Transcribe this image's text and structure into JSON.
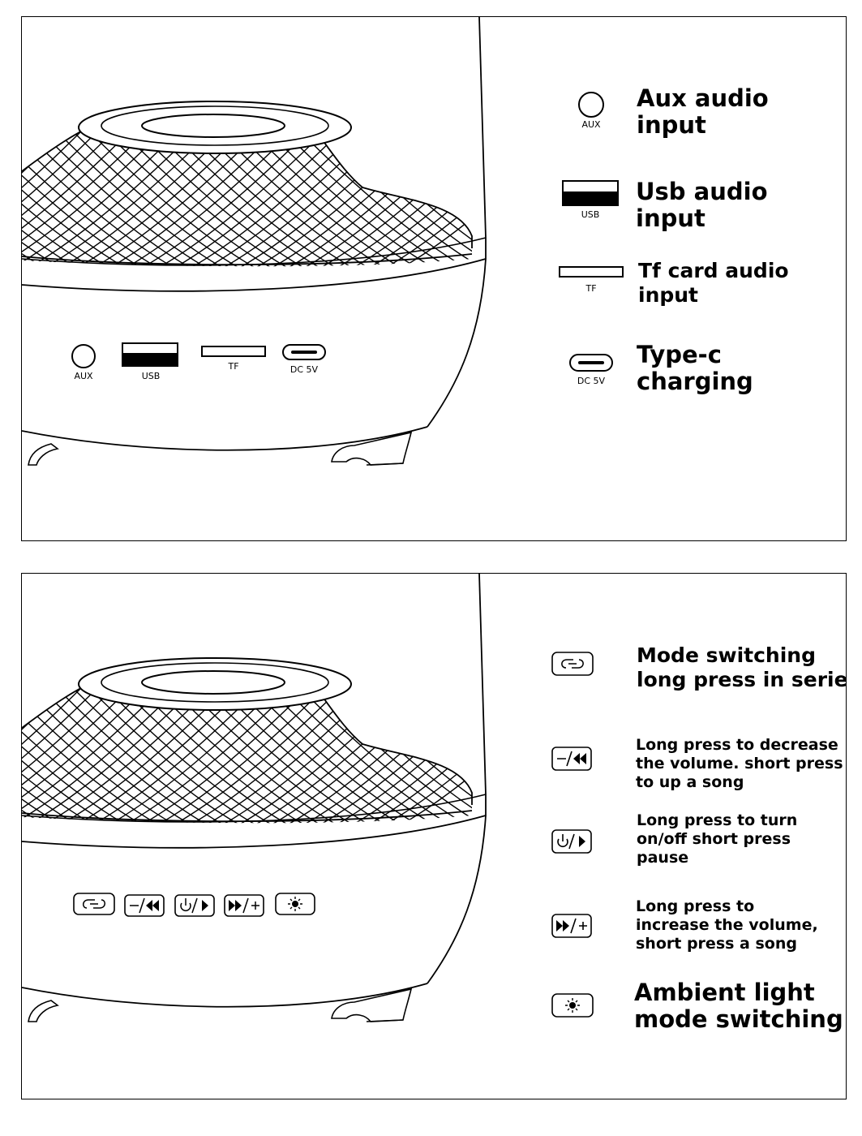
{
  "ports_panel": {
    "device_labels": {
      "aux": "AUX",
      "usb": "USB",
      "tf": "TF",
      "dc": "DC 5V"
    },
    "legend": [
      {
        "icon": "aux-jack-icon",
        "label": "AUX",
        "text": "Aux audio\ninput"
      },
      {
        "icon": "usb-port-icon",
        "label": "USB",
        "text": "Usb audio\ninput"
      },
      {
        "icon": "tf-slot-icon",
        "label": "TF",
        "text": "Tf card audio\ninput"
      },
      {
        "icon": "usb-c-port-icon",
        "label": "DC 5V",
        "text": "Type-c\ncharging"
      }
    ]
  },
  "buttons_panel": {
    "legend": [
      {
        "icon": "mode-link-icon",
        "text": "Mode switching\nlong press in series"
      },
      {
        "icon": "volume-down-previous-icon",
        "text": "Long press to decrease\nthe volume. short press\nto up a song"
      },
      {
        "icon": "power-play-icon",
        "text": "Long press to turn\non/off short press\npause"
      },
      {
        "icon": "volume-up-next-icon",
        "text": "Long press to\nincrease the volume,\nshort press a song"
      },
      {
        "icon": "ambient-light-icon",
        "text": "Ambient light\nmode switching"
      }
    ]
  }
}
